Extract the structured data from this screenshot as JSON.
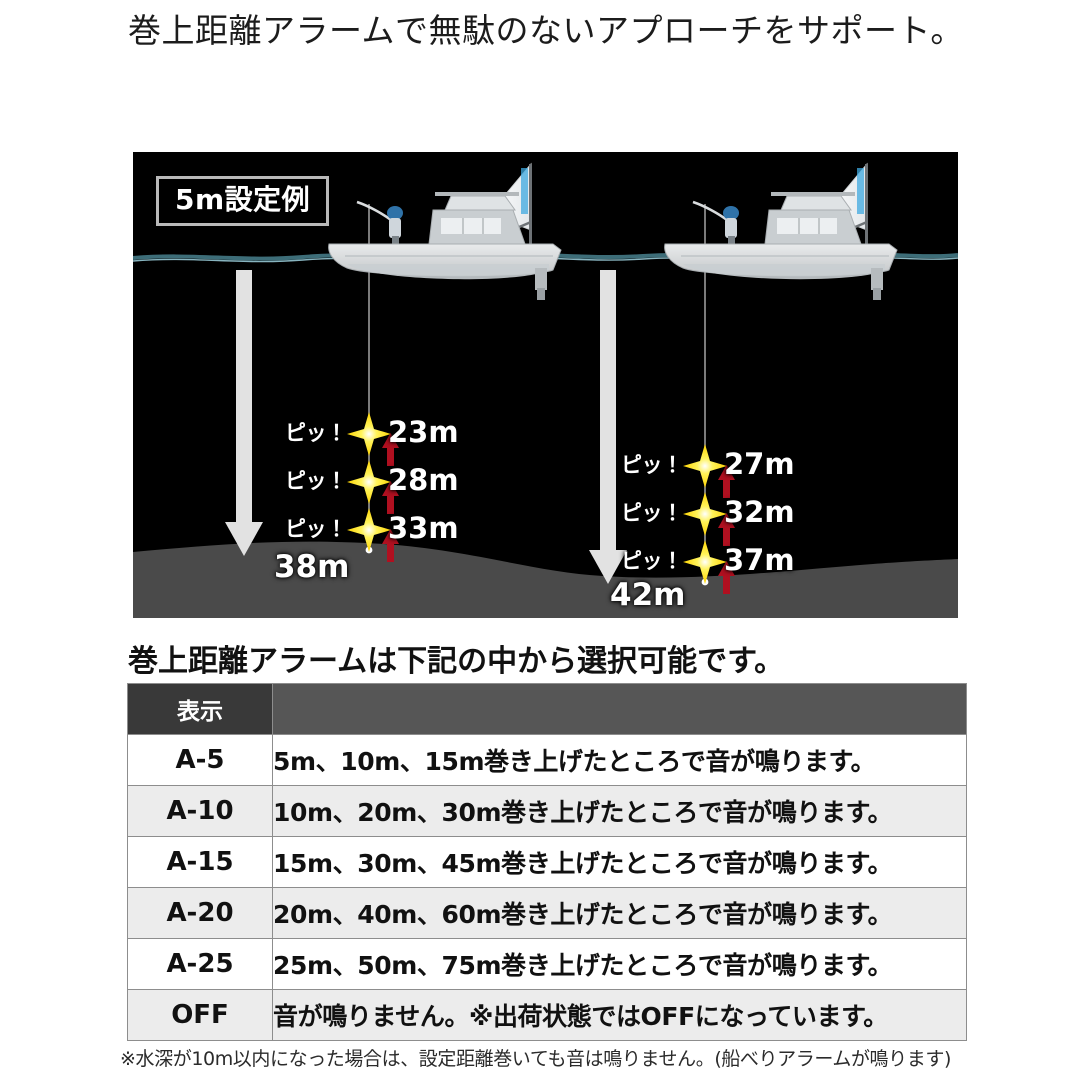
{
  "heading": "巻上距離アラームで無駄のないアプローチをサポート。",
  "diagram": {
    "badge": "5m設定例",
    "beep_label": "ピッ！",
    "left_scenario": {
      "alarms": [
        "23m",
        "28m",
        "33m"
      ],
      "bottom_depth": "38m"
    },
    "right_scenario": {
      "alarms": [
        "27m",
        "32m",
        "37m"
      ],
      "bottom_depth": "42m"
    },
    "colors": {
      "water": "#000000",
      "seabed": "#4a4a4a",
      "surface_line": "#2c5b66",
      "boat_hull": "#d8dadb",
      "spark": "#ffe400",
      "arrow": "#b01020",
      "depth_arrow": "#e2e2e2"
    }
  },
  "table": {
    "title": "巻上距離アラームは下記の中から選択可能です。",
    "headers": [
      "表示",
      ""
    ],
    "rows": [
      {
        "code": "A-5",
        "desc": "5m、10m、15m巻き上げたところで音が鳴ります。"
      },
      {
        "code": "A-10",
        "desc": "10m、20m、30m巻き上げたところで音が鳴ります。"
      },
      {
        "code": "A-15",
        "desc": "15m、30m、45m巻き上げたところで音が鳴ります。"
      },
      {
        "code": "A-20",
        "desc": "20m、40m、60m巻き上げたところで音が鳴ります。"
      },
      {
        "code": "A-25",
        "desc": "25m、50m、75m巻き上げたところで音が鳴ります。"
      },
      {
        "code": "OFF",
        "desc": "音が鳴りません。※出荷状態ではOFFになっています。"
      }
    ]
  },
  "footnote": "※水深が10m以内になった場合は、設定距離巻いても音は鳴りません。(船べりアラームが鳴ります)"
}
